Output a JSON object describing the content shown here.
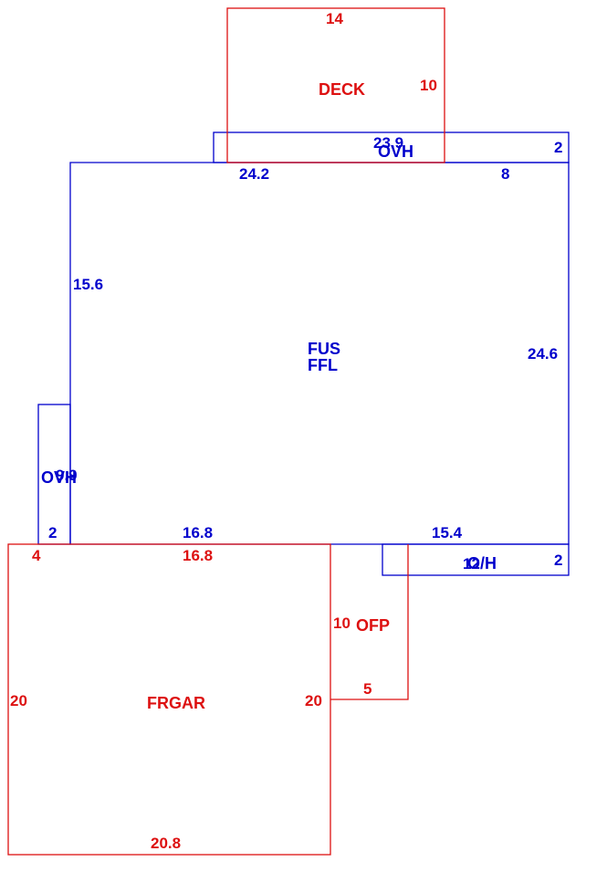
{
  "colors": {
    "living": "#0000cc",
    "other": "#dd1111",
    "background": "#ffffff"
  },
  "areas": {
    "deck": {
      "label": "DECK",
      "dims": [
        "14",
        "10"
      ]
    },
    "ovh_top": {
      "label": "OVH",
      "dims": [
        "23.9",
        "2"
      ]
    },
    "fus": {
      "label_line1": "FUS",
      "label_line2": "FFL",
      "dims": [
        "24.2",
        "8",
        "15.6",
        "24.6",
        "16.8",
        "15.4"
      ]
    },
    "ovh_left": {
      "label": "OVH",
      "dims": [
        "9.9",
        "2"
      ]
    },
    "oh_right": {
      "label": "O/H",
      "dims": [
        "12",
        "2"
      ]
    },
    "ofp": {
      "label": "OFP",
      "dims": [
        "10",
        "5"
      ]
    },
    "frgar": {
      "label": "FRGAR",
      "dims": [
        "4",
        "16.8",
        "20",
        "20",
        "20.8"
      ]
    }
  }
}
